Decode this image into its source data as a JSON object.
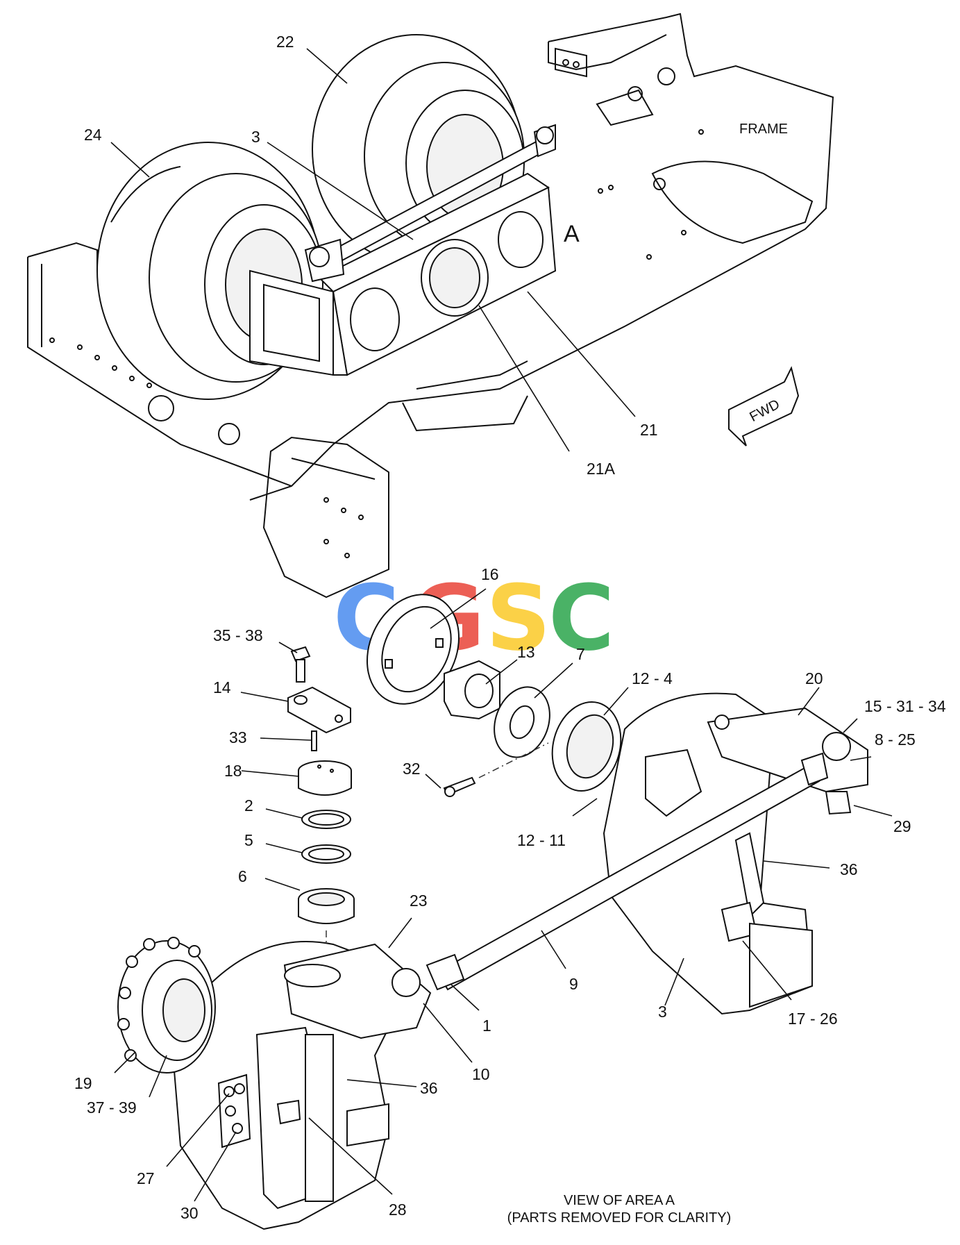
{
  "labels": {
    "frame": "FRAME",
    "area": "A",
    "fwd": "FWD",
    "view_line1": "VIEW OF AREA A",
    "view_line2": "(PARTS REMOVED FOR CLARITY)"
  },
  "logo": {
    "letters": [
      "C",
      "G",
      "S",
      "C"
    ],
    "colors": [
      "#4f8ff0",
      "#ea4a3e",
      "#fbcb2e",
      "#32a852"
    ]
  },
  "callouts": {
    "c22": "22",
    "c24": "24",
    "c3a": "3",
    "c21": "21",
    "c21a": "21A",
    "c16": "16",
    "c13": "13",
    "c7": "7",
    "c12_4": "12 - 4",
    "c20": "20",
    "c15_31_34": "15 - 31 - 34",
    "c8_25": "8 - 25",
    "c29": "29",
    "c35_38": "35 - 38",
    "c14": "14",
    "c33": "33",
    "c18": "18",
    "c2": "2",
    "c5": "5",
    "c6": "6",
    "c32": "32",
    "c12_11": "12 - 11",
    "c36a": "36",
    "c23": "23",
    "c9": "9",
    "c3b": "3",
    "c17_26": "17 - 26",
    "c1": "1",
    "c10": "10",
    "c36b": "36",
    "c19": "19",
    "c37_39": "37 - 39",
    "c27": "27",
    "c30": "30",
    "c28": "28"
  }
}
